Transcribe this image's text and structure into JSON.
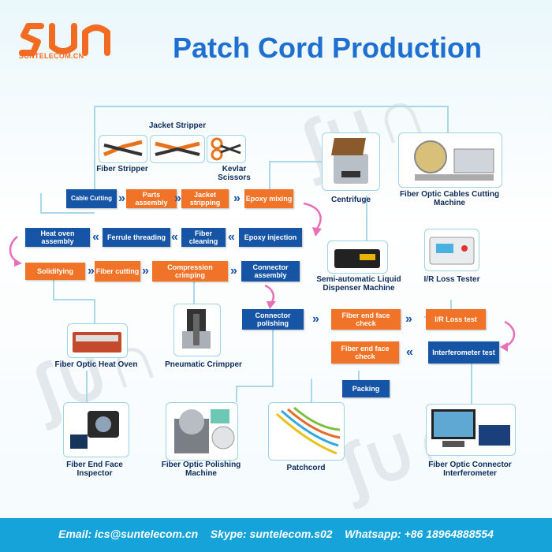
{
  "brand": {
    "name": "SUNTELECOM.CN"
  },
  "title": "Patch Cord Production",
  "tools": {
    "jacket_stripper": "Jacket Stripper",
    "fiber_stripper": "Fiber Stripper",
    "kevlar_scissors": "Kevlar Scissors",
    "centrifuge": "Centrifuge",
    "cables_cutting_machine": "Fiber Optic Cables Cutting Machine",
    "dispenser": "Semi-automatic Liquid Dispenser Machine",
    "ir_loss_tester": "I/R Loss Tester",
    "heat_oven": "Fiber Optic Heat Oven",
    "crimpper": "Pneumatic Crimpper",
    "end_face_inspector": "Fiber End Face Inspector",
    "polishing_machine": "Fiber Optic Polishing Machine",
    "patchcord": "Patchcord",
    "interferometer_machine": "Fiber Optic Connector Interferometer"
  },
  "steps": {
    "cable_cutting": "Cable Cutting",
    "parts_assembly": "Parts assembly",
    "jacket_stripping": "Jacket stripping",
    "epoxy_mixing": "Epoxy mixing",
    "epoxy_injection": "Epoxy injection",
    "fiber_cleaning": "Fiber cleaning",
    "ferrule_threading": "Ferrule threading",
    "heat_oven_assembly": "Heat oven assembly",
    "solidifying": "Solidifying",
    "fiber_cutting": "Fiber cutting",
    "compression_crimping": "Compression crimping",
    "connector_assembly": "Connector assembly",
    "connector_polishing": "Connector polishing",
    "end_face_check_1": "Fiber end face check",
    "ir_loss_test": "I/R Loss test",
    "interferometer_test": "Interferometer test",
    "end_face_check_2": "Fiber end face check",
    "packing": "Packing"
  },
  "footer": {
    "contact": "Email: ics@suntelecom.cn    Skype: suntelecom.s02    Whatsapp: +86 18964888554"
  },
  "colors": {
    "orange": "#f07328",
    "blue": "#1655a6",
    "title": "#1e6fd0",
    "footer": "#15a3d9",
    "line": "#a8d8ea"
  }
}
